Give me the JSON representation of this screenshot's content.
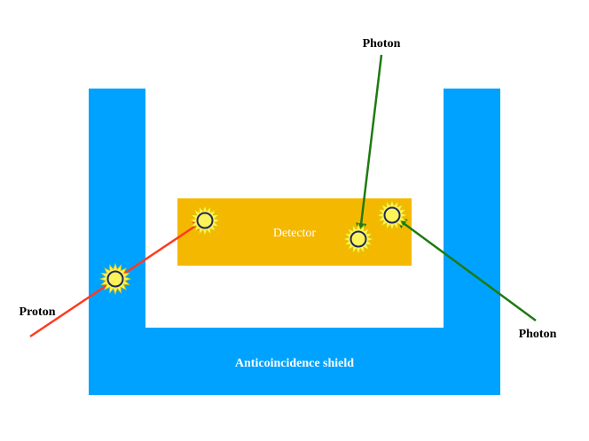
{
  "labels": {
    "detector": "Detector",
    "shield": "Anticoincidence shield",
    "photon_top": "Photon",
    "photon_right": "Photon",
    "proton": "Proton"
  },
  "colors": {
    "shield": "#00a2ff",
    "detector": "#f5b800",
    "proton_arrow": "#ff3b1f",
    "photon_arrow": "#1f7a12",
    "hit_flash_fill": "#fff35a",
    "hit_flash_ring": "#1e2a5a"
  },
  "interaction_markers": [
    "hit-in-shield",
    "proton-hit-in-detector",
    "photon-hit-in-detector",
    "photon-hit-in-detector-edge"
  ]
}
